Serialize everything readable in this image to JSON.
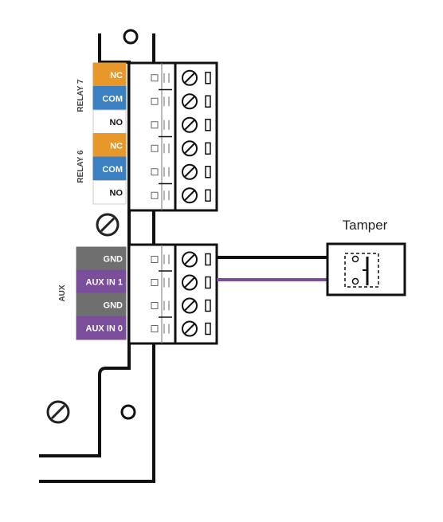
{
  "colors": {
    "nc": "#e8972b",
    "com": "#3a7fc0",
    "no": "#ffffff",
    "gnd": "#6f6f6f",
    "aux_in": "#7b4e9c",
    "purple_wire": "#7b4e9c",
    "black_wire": "#111111"
  },
  "relay_block": {
    "relay7_label": "RELAY 7",
    "relay6_label": "RELAY 6",
    "terminals": [
      {
        "label": "NC",
        "color": "nc"
      },
      {
        "label": "COM",
        "color": "com"
      },
      {
        "label": "NO",
        "color": "no"
      },
      {
        "label": "NC",
        "color": "nc"
      },
      {
        "label": "COM",
        "color": "com"
      },
      {
        "label": "NO",
        "color": "no"
      }
    ]
  },
  "aux_block": {
    "label": "AUX",
    "terminals": [
      {
        "label": "GND",
        "color": "gnd"
      },
      {
        "label": "AUX IN 1",
        "color": "aux_in"
      },
      {
        "label": "GND",
        "color": "gnd"
      },
      {
        "label": "AUX IN 0",
        "color": "aux_in"
      }
    ]
  },
  "tamper": {
    "title": "Tamper"
  }
}
